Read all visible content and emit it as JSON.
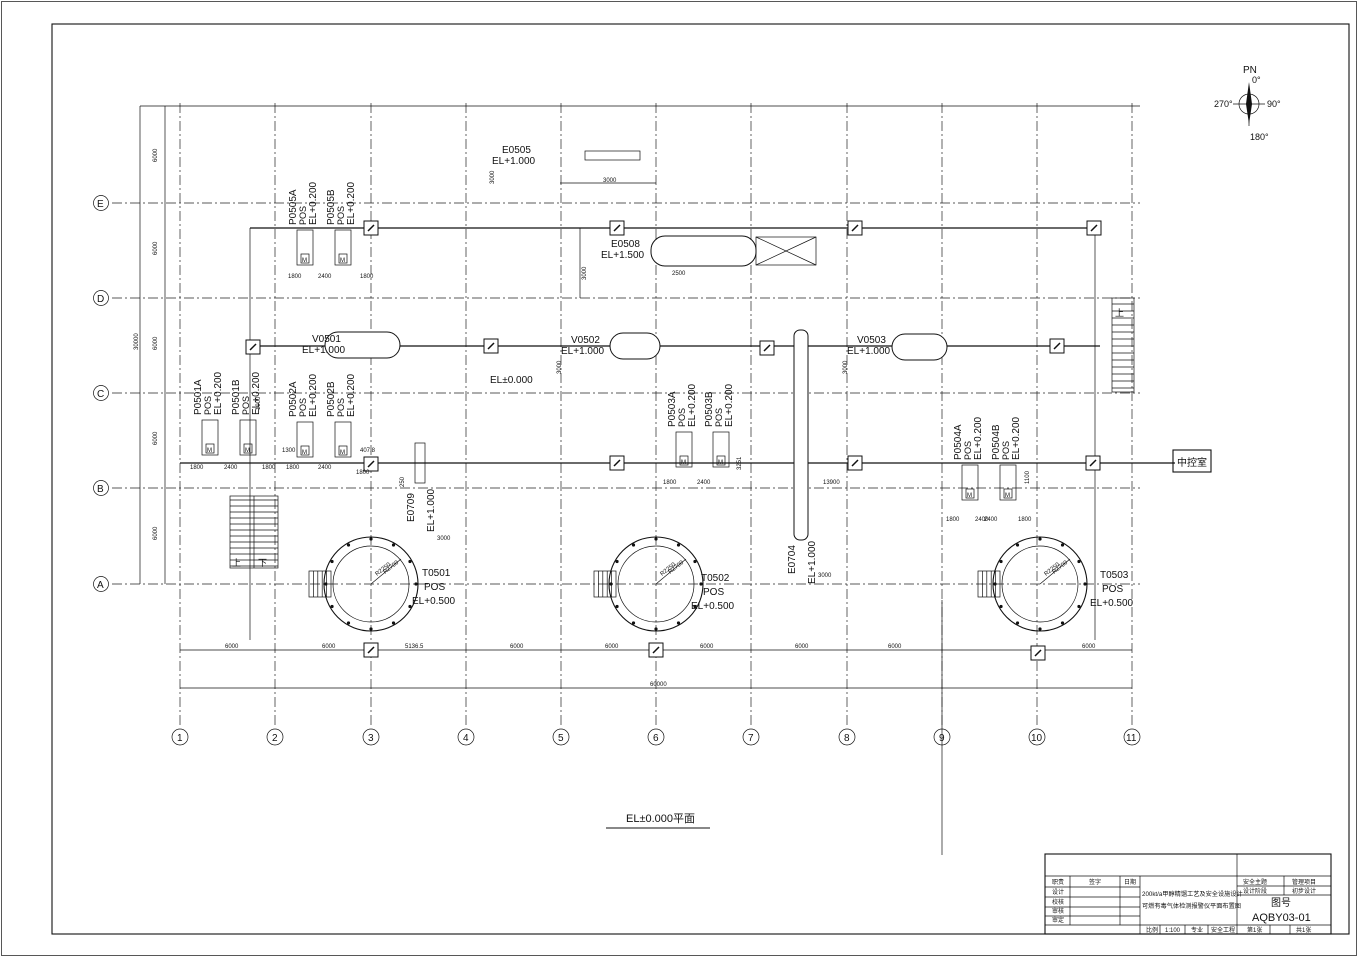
{
  "title": "EL±0.000平面",
  "north": {
    "label": "PN",
    "deg_0": "0°",
    "deg_90": "90°",
    "deg_180": "180°",
    "deg_270": "270°"
  },
  "columns": [
    "1",
    "2",
    "3",
    "4",
    "5",
    "6",
    "7",
    "8",
    "9",
    "10",
    "11"
  ],
  "rows": [
    "E",
    "D",
    "C",
    "B",
    "A"
  ],
  "floor_label": "EL±0.000",
  "control_room": "中控室",
  "equipment": [
    {
      "tag": "E0505",
      "el": "EL+1.000"
    },
    {
      "tag": "E0508",
      "el": "EL+1.500"
    },
    {
      "tag": "V0501",
      "el": "EL+1.000"
    },
    {
      "tag": "V0502",
      "el": "EL+1.000"
    },
    {
      "tag": "V0503",
      "el": "EL+1.000"
    },
    {
      "tag": "E0709",
      "el": "EL+1.000"
    },
    {
      "tag": "E0704",
      "el": "EL+1.000"
    },
    {
      "tag": "T0501",
      "pos": "POS",
      "el": "EL+0.500"
    },
    {
      "tag": "T0502",
      "pos": "POS",
      "el": "EL+0.500"
    },
    {
      "tag": "T0503",
      "pos": "POS",
      "el": "EL+0.500"
    }
  ],
  "pumps": [
    {
      "tag": "P0505A",
      "pos": "POS",
      "el": "EL+0.200"
    },
    {
      "tag": "P0505B",
      "pos": "POS",
      "el": "EL+0.200"
    },
    {
      "tag": "P0501A",
      "pos": "POS",
      "el": "EL+0.200"
    },
    {
      "tag": "P0501B",
      "pos": "POS",
      "el": "EL+0.200"
    },
    {
      "tag": "P0502A",
      "pos": "POS",
      "el": "EL+0.200"
    },
    {
      "tag": "P0502B",
      "pos": "POS",
      "el": "EL+0.200"
    },
    {
      "tag": "P0503A",
      "pos": "POS",
      "el": "EL+0.200"
    },
    {
      "tag": "P0503B",
      "pos": "POS",
      "el": "EL+0.200"
    },
    {
      "tag": "P0504A",
      "pos": "POS",
      "el": "EL+0.200"
    },
    {
      "tag": "P0504B",
      "pos": "POS",
      "el": "EL+0.200"
    }
  ],
  "pump_mark": "M",
  "stair_up": "上",
  "stair_down": "下",
  "dims": {
    "bay": "6000",
    "total_x": "60000",
    "total_y": "30000",
    "odd": "5136.5",
    "d1800": "1800",
    "d2400": "2400",
    "d3000": "3000",
    "d2500": "2500",
    "d13900": "13900",
    "d1900": "1900",
    "d1300": "1300",
    "d407": "407.8",
    "d3251": "3251",
    "d250": "250",
    "d1100": "1100",
    "tank_r1": "R2250",
    "tank_r2": "R2700"
  },
  "title_block": {
    "project": "200kt/a甲醇精馏工艺及安全设施设计",
    "drawing_name": "可燃有毒气体检测报警仪平面布置图",
    "sheet_label": "图号",
    "sheet_no": "AQBY03-01",
    "roles": [
      "设计",
      "校核",
      "审核",
      "审定"
    ],
    "col_hdr1": "职责",
    "col_hdr2": "签字",
    "col_hdr3": "日期",
    "r1": "安全主题",
    "r2": "管理项目",
    "r3": "设计阶段",
    "r4": "初步设计",
    "scale_label": "比例",
    "scale": "1:100",
    "prof_label": "专业",
    "prof": "安全工程",
    "sheet": "第1张",
    "total": "共1张"
  }
}
